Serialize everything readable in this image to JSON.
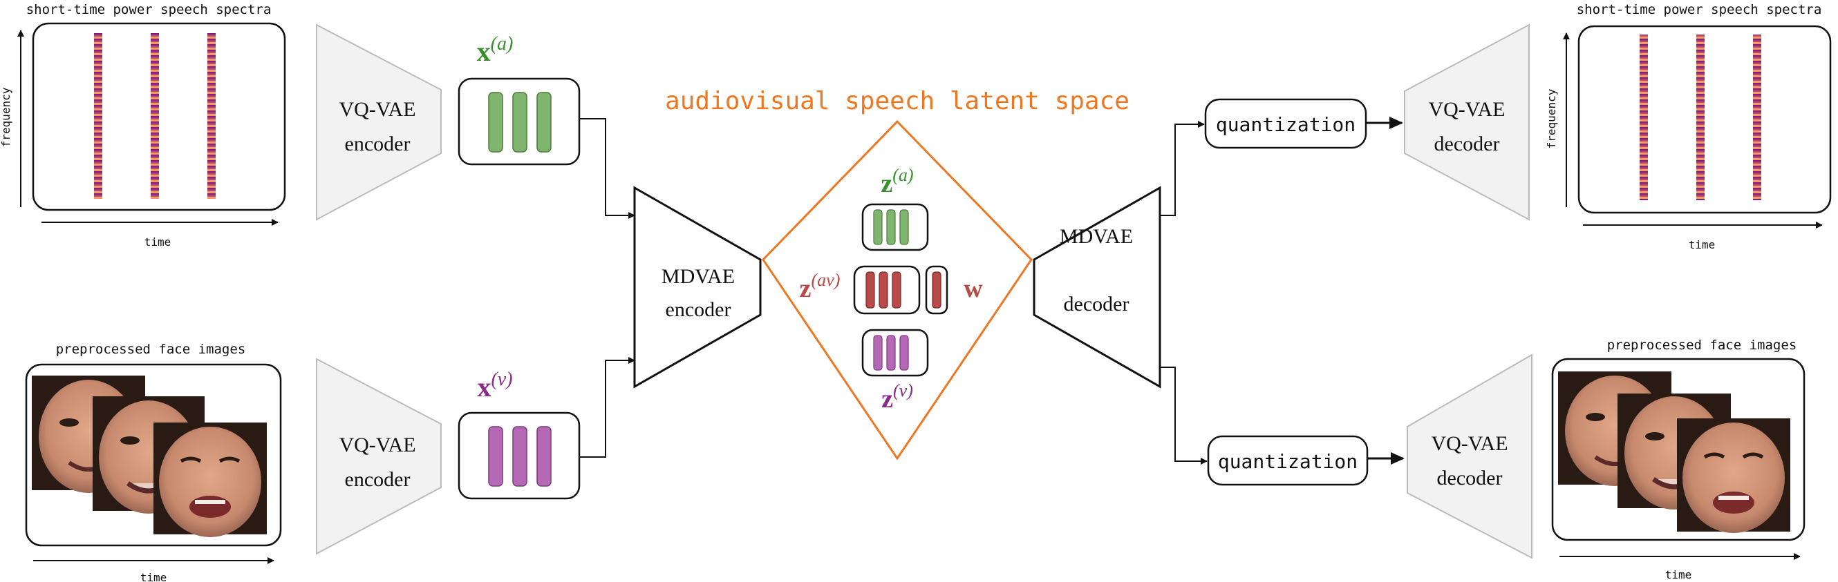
{
  "labels": {
    "spectra_caption": "short-time power speech spectra",
    "faces_caption": "preprocessed face images",
    "time": "time",
    "frequency": "frequency",
    "vqvae_enc_line1": "VQ-VAE",
    "vqvae_enc_line2": "encoder",
    "vqvae_dec_line1": "VQ-VAE",
    "vqvae_dec_line2": "decoder",
    "mdvae_enc_line1": "MDVAE",
    "mdvae_enc_line2": "encoder",
    "mdvae_dec_line1": "MDVAE",
    "mdvae_dec_line2": "decoder",
    "quantization": "quantization",
    "latent_space_title": "audiovisual speech latent space"
  },
  "variables": {
    "x_a_base": "x",
    "x_a_sup": "(a)",
    "x_v_base": "x",
    "x_v_sup": "(v)",
    "z_a_base": "z",
    "z_a_sup": "(a)",
    "z_av_base": "z",
    "z_av_sup": "(av)",
    "z_v_base": "z",
    "z_v_sup": "(v)",
    "w": "w"
  },
  "colors": {
    "audio_green": "#3a8f2e",
    "audio_bar": "#7fb56f",
    "visual_purple": "#8a2a8a",
    "visual_bar": "#b569b5",
    "av_red": "#b94a48",
    "av_bar": "#b94a48",
    "latent_orange": "#ee7722",
    "trapezoid_gray": "#f2f2f2"
  },
  "icons": [
    "spectrogram-strip-icon",
    "face-image-icon",
    "arrow-icon"
  ]
}
